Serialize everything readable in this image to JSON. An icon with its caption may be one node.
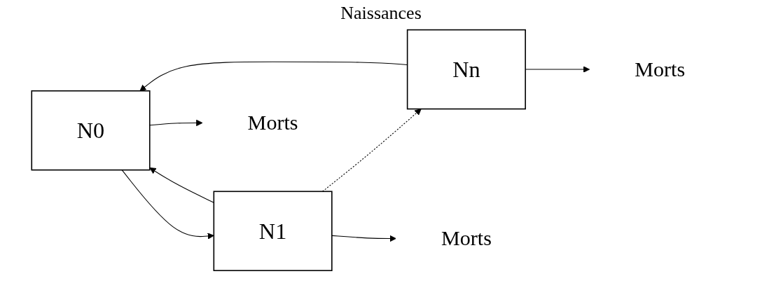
{
  "diagram": {
    "nodes": [
      {
        "text": [
          "N0"
        ]
      },
      {
        "text": [
          "N1"
        ]
      },
      {
        "text": [
          "Nn"
        ]
      },
      {
        "text": [
          "Morts"
        ]
      },
      {
        "text": [
          "Morts"
        ]
      },
      {
        "text": [
          "Morts"
        ]
      }
    ],
    "edges": [
      {
        "from": 0,
        "to": 1,
        "arrow": "to"
      },
      {
        "from": 1,
        "to": 2,
        "arrow": "to",
        "style": "dashed"
      },
      {
        "from": 0,
        "to": 3,
        "arrow": "to"
      },
      {
        "from": 1,
        "to": 4,
        "arrow": "to"
      },
      {
        "from": 2,
        "to": 5,
        "arrow": "to"
      },
      {
        "from": 1,
        "to": 0,
        "arrow": "to"
      },
      {
        "from": 2,
        "to": 0,
        "arrow": "to"
      }
    ],
    "labels": [
      "Naissances"
    ]
  }
}
